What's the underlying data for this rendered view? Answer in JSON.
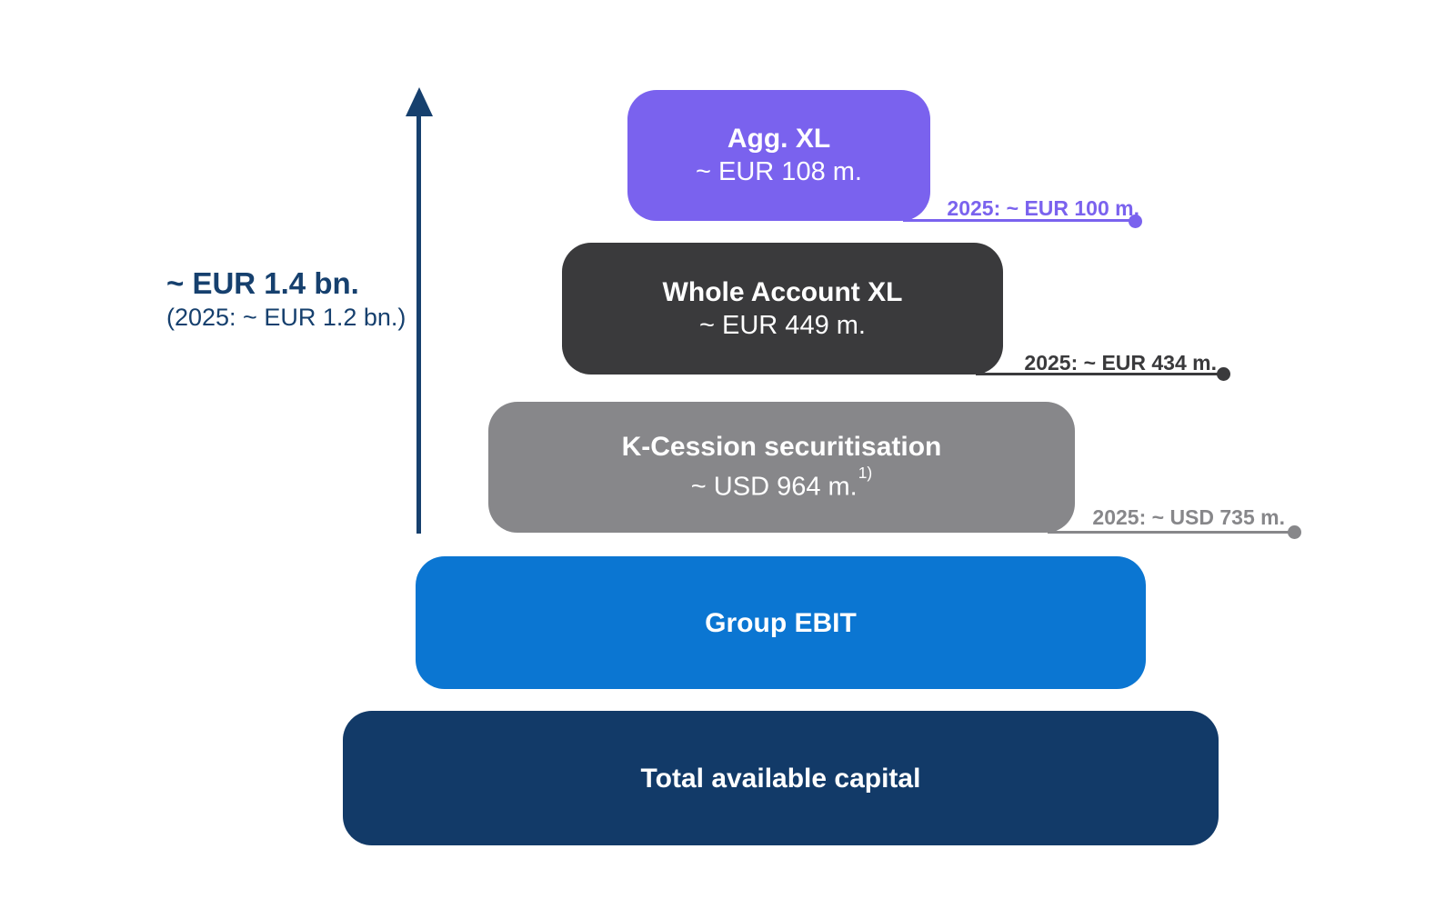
{
  "colors": {
    "navy_accent": "#16406e",
    "background": "#ffffff"
  },
  "scale": {
    "label": "~ EUR 1.4 bn.",
    "prior_label": "(2025: ~ EUR 1.2 bn.)"
  },
  "layers": [
    {
      "name": "Agg. XL",
      "value": "~ EUR 108 m.",
      "prior": "2025: ~ EUR 100 m.",
      "color": "#7a62ee"
    },
    {
      "name": "Whole Account XL",
      "value": "~ EUR 449 m.",
      "prior": "2025: ~ EUR 434 m.",
      "color": "#3a3a3c"
    },
    {
      "name": "K-Cession securitisation",
      "value": "~ USD 964 m.",
      "footnote_marker": "1)",
      "prior": "2025: ~ USD 735 m.",
      "color": "#87878a"
    },
    {
      "name": "Group EBIT",
      "color": "#0b76d2"
    },
    {
      "name": "Total available capital",
      "color": "#123a68"
    }
  ]
}
